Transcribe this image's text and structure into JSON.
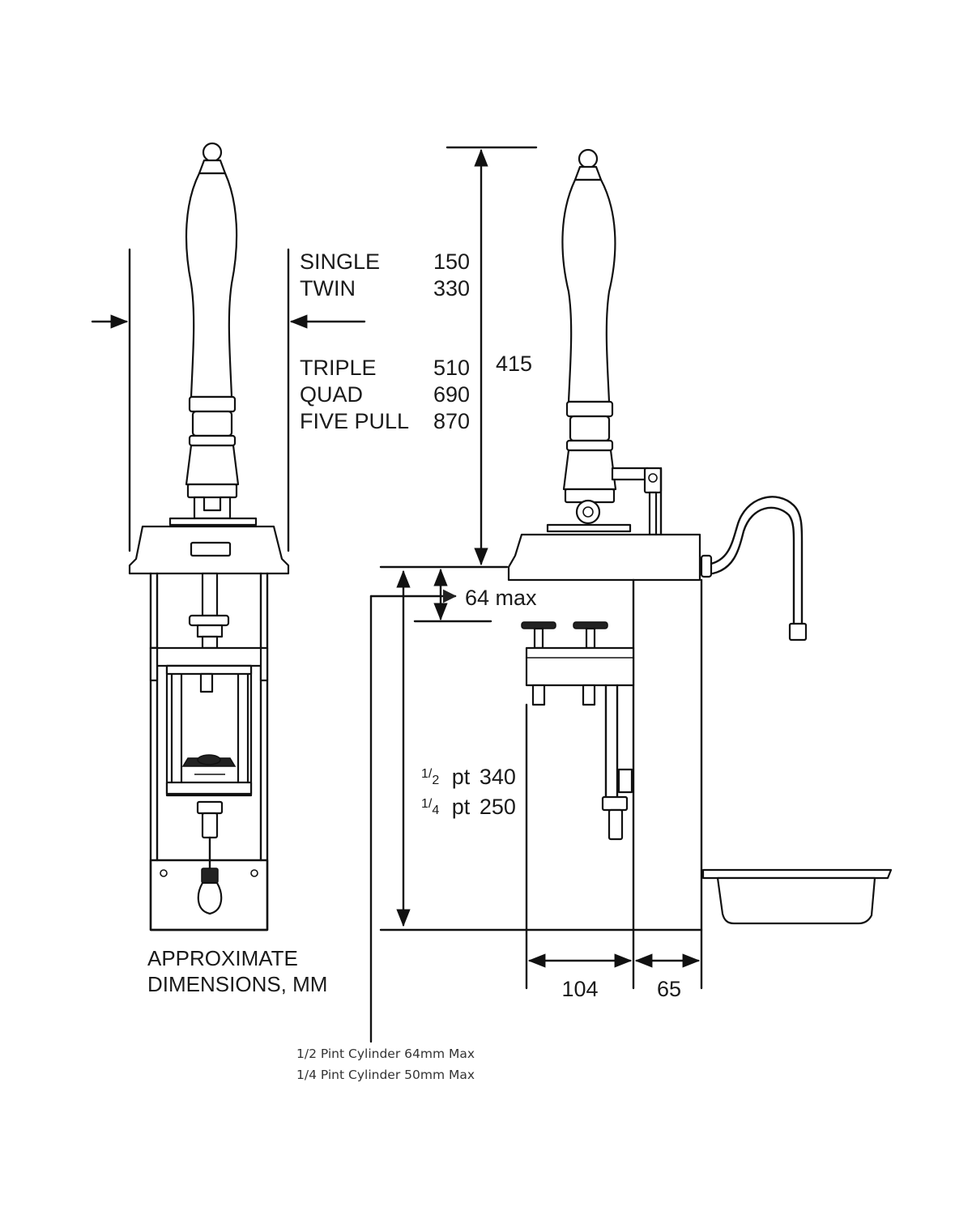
{
  "sizes": [
    {
      "name": "SINGLE",
      "value": "150"
    },
    {
      "name": "TWIN",
      "value": "330"
    },
    {
      "name": "TRIPLE",
      "value": "510"
    },
    {
      "name": "QUAD",
      "value": "690"
    },
    {
      "name": "FIVE PULL",
      "value": "870"
    }
  ],
  "height_dim": "415",
  "max_dim": "64 max",
  "cylinders": [
    {
      "frac_num": "1",
      "frac_den": "2",
      "unit": "pt",
      "value": "340"
    },
    {
      "frac_num": "1",
      "frac_den": "4",
      "unit": "pt",
      "value": "250"
    }
  ],
  "width_dims": [
    "104",
    "65"
  ],
  "caption": [
    "APPROXIMATE",
    "DIMENSIONS, MM"
  ],
  "notes": [
    "1/2 Pint Cylinder 64mm Max",
    "1/4 Pint Cylinder 50mm Max"
  ]
}
